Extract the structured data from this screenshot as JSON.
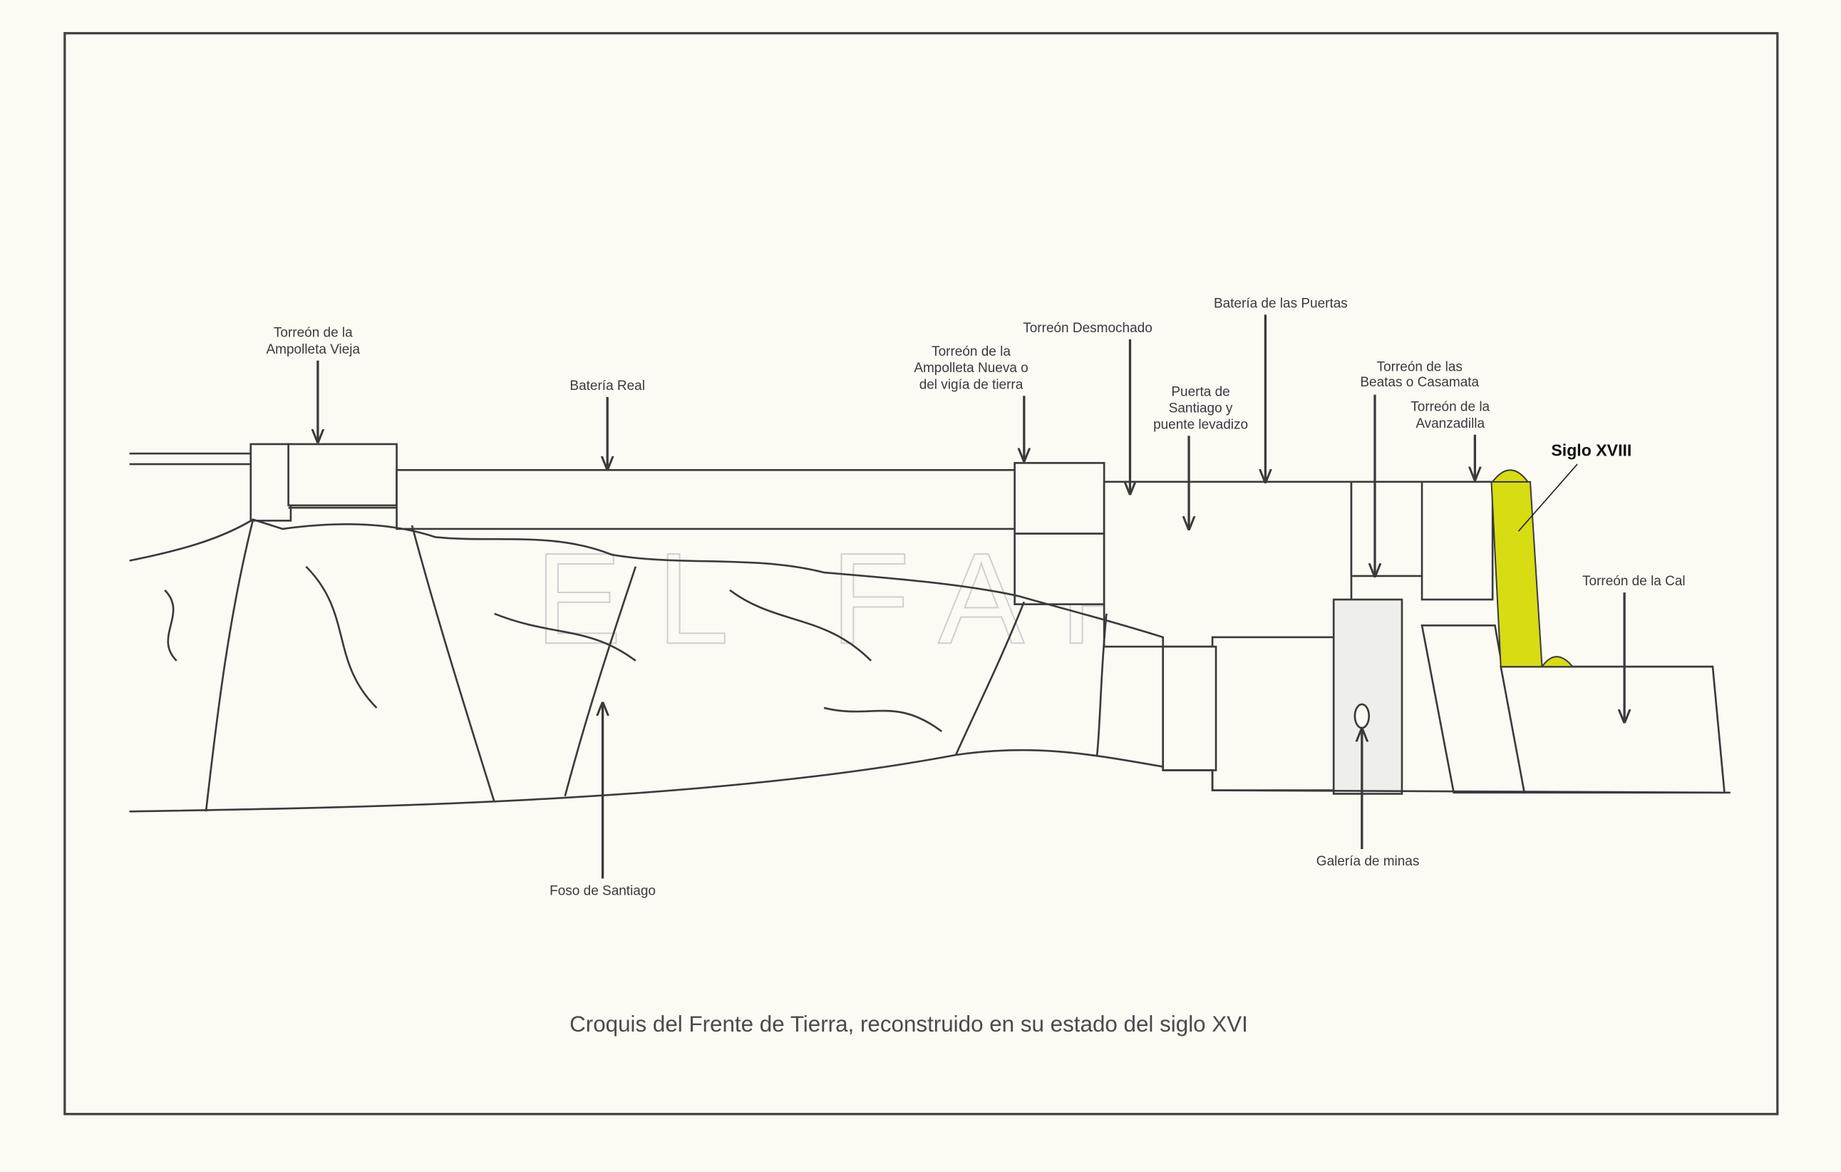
{
  "title": "Croquis del Frente de Tierra, reconstruido en su estado del siglo XVI",
  "watermark": "EL FARO",
  "highlight_color": "#d8dc12",
  "labels": {
    "ampolleta_vieja": [
      "Torreón de la",
      "Ampolleta Vieja"
    ],
    "bateria_real": "Batería Real",
    "ampolleta_nueva": [
      "Torreón de la",
      "Ampolleta Nueva o",
      "del vigía de tierra"
    ],
    "desmochado": "Torreón Desmochado",
    "bateria_puertas": "Batería de las Puertas",
    "puerta_santiago": [
      "Puerta de",
      "Santiago y",
      "puente levadizo"
    ],
    "beatas": [
      "Torreón de las",
      "Beatas o Casamata"
    ],
    "avanzadilla": [
      "Torreón de la",
      "Avanzadilla"
    ],
    "siglo": "Siglo XVIII",
    "cal": "Torreón de la Cal",
    "galeria": "Galería de minas",
    "foso": "Foso de Santiago"
  }
}
